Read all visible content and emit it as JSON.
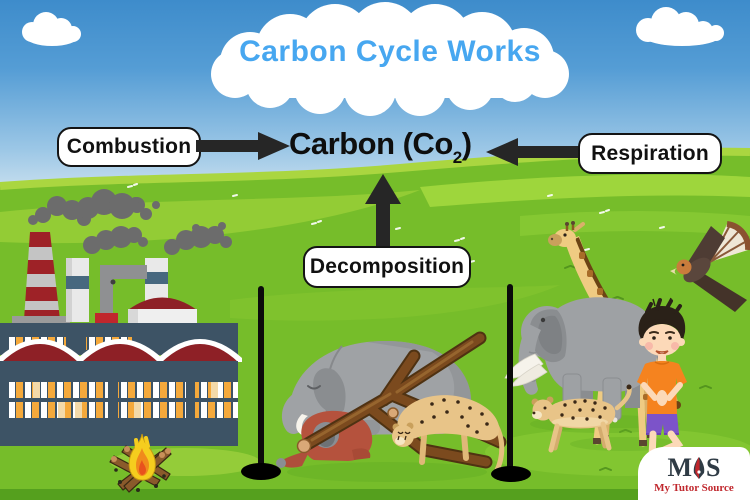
{
  "title": {
    "text": "Carbon Cycle Works"
  },
  "diagram": {
    "center_term": {
      "prefix": "Carbon (Co",
      "subscript": "2",
      "suffix": ")"
    },
    "process_labels": {
      "combustion": "Combustion",
      "respiration": "Respiration",
      "decomposition": "Decomposition"
    }
  },
  "illustrations": {
    "left": "factory-with-smoking-chimneys",
    "left_bottom": "campfire",
    "middle": "dead-elephant-orangutan-and-cheetah-on-fallen-branches",
    "right": "giraffe-elephant-leopard-eagle-and-boy",
    "markers": [
      "pole-left",
      "pole-right"
    ]
  },
  "logo": {
    "letter_m": "M",
    "letter_s": "S",
    "caption": "My Tutor Source"
  },
  "colors": {
    "title_text": "#47A7F0",
    "sky_top": "#3E8CCB",
    "grass_main": "#76BD2A",
    "grass_dark_strip": "#55A01E",
    "arrow_and_text": "#141414",
    "factory_roof_red": "#8E2026",
    "logo_red": "#C0272D"
  }
}
